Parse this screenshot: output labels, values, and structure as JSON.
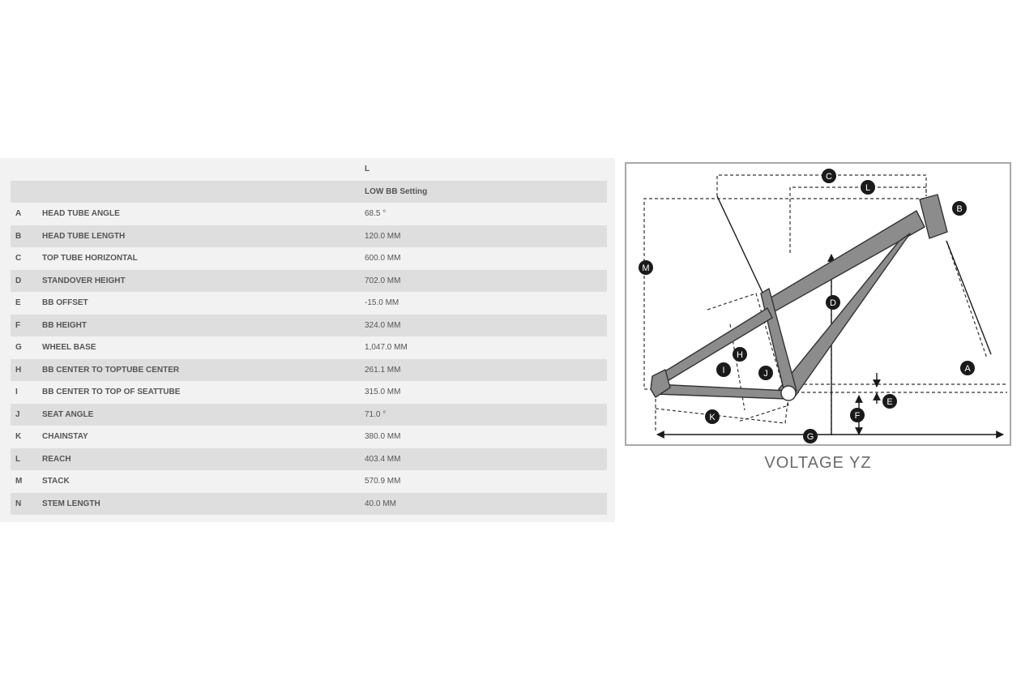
{
  "table": {
    "size_header": "L",
    "setting_header": "LOW BB Setting",
    "rows": [
      {
        "letter": "A",
        "name": "HEAD TUBE ANGLE",
        "value": "68.5 °"
      },
      {
        "letter": "B",
        "name": "HEAD TUBE LENGTH",
        "value": "120.0 MM"
      },
      {
        "letter": "C",
        "name": "TOP TUBE HORIZONTAL",
        "value": "600.0 MM"
      },
      {
        "letter": "D",
        "name": "STANDOVER HEIGHT",
        "value": "702.0 MM"
      },
      {
        "letter": "E",
        "name": "BB OFFSET",
        "value": "-15.0 MM"
      },
      {
        "letter": "F",
        "name": "BB HEIGHT",
        "value": "324.0 MM"
      },
      {
        "letter": "G",
        "name": "WHEEL BASE",
        "value": "1,047.0 MM"
      },
      {
        "letter": "H",
        "name": "BB CENTER TO TOPTUBE CENTER",
        "value": "261.1 MM"
      },
      {
        "letter": "I",
        "name": "BB CENTER TO TOP OF SEATTUBE",
        "value": "315.0 MM"
      },
      {
        "letter": "J",
        "name": "SEAT ANGLE",
        "value": "71.0 °"
      },
      {
        "letter": "K",
        "name": "CHAINSTAY",
        "value": "380.0 MM"
      },
      {
        "letter": "L",
        "name": "REACH",
        "value": "403.4 MM"
      },
      {
        "letter": "M",
        "name": "STACK",
        "value": "570.9 MM"
      },
      {
        "letter": "N",
        "name": "STEM LENGTH",
        "value": "40.0 MM"
      }
    ]
  },
  "diagram": {
    "title": "VOLTAGE YZ",
    "markers": [
      "A",
      "B",
      "C",
      "D",
      "E",
      "F",
      "G",
      "H",
      "I",
      "J",
      "K",
      "L",
      "M"
    ],
    "frame_color": "#8c8c8c",
    "marker_color": "#1a1a1a"
  }
}
